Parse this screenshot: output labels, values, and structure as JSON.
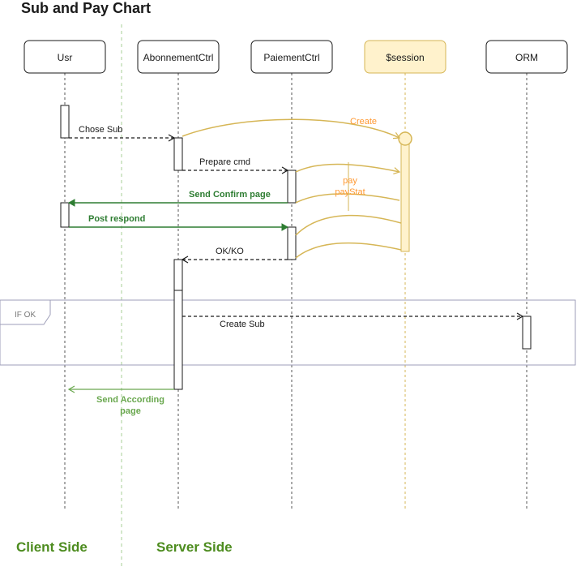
{
  "title": "Sub and Pay Chart",
  "participants": [
    {
      "id": "usr",
      "label": "Usr"
    },
    {
      "id": "abonnement",
      "label": "AbonnementCtrl"
    },
    {
      "id": "paiement",
      "label": "PaiementCtrl"
    },
    {
      "id": "session",
      "label": "$session"
    },
    {
      "id": "orm",
      "label": "ORM"
    }
  ],
  "messages": {
    "chose_sub": "Chose Sub",
    "create": "Create",
    "prepare_cmd": "Prepare cmd",
    "pay": "pay",
    "pay_stat": "payStat",
    "send_confirm": "Send Confirm page",
    "post_respond": "Post respond",
    "ok_ko": "OK/KO",
    "create_sub": "Create Sub",
    "send_according_1": "Send According",
    "send_according_2": "page"
  },
  "fragment": {
    "label": "IF OK"
  },
  "sides": {
    "client": "Client Side",
    "server": "Server Side"
  },
  "colors": {
    "dark": "#1a1a1a",
    "session_fill": "#fff2cc",
    "session_stroke": "#d6b656",
    "orange": "#ff9933",
    "green_dark": "#2e7d32",
    "green_light": "#6aa84f",
    "side_label": "#4d8c1f"
  }
}
